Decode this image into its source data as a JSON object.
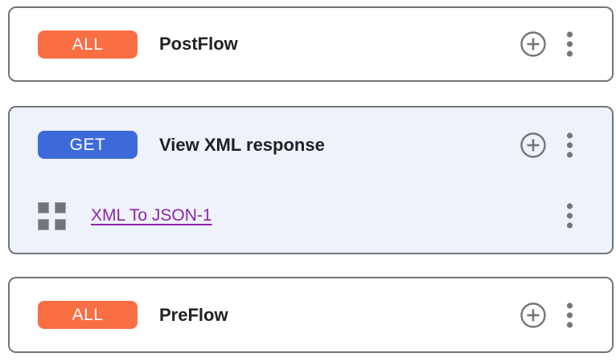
{
  "flows": [
    {
      "method": "ALL",
      "name": "PostFlow",
      "kind": "preset-flow",
      "policies": []
    },
    {
      "method": "GET",
      "name": "View XML response",
      "kind": "conditional-flow",
      "policies": [
        {
          "name": "XML To JSON-1"
        }
      ]
    },
    {
      "method": "ALL",
      "name": "PreFlow",
      "kind": "preset-flow",
      "policies": []
    }
  ],
  "icons": {
    "add": "add-policy-icon (plus in circle)",
    "menu": "kebab-menu-icon (3 vertical dots)",
    "policy": "policy-grid-icon (2x2 squares)"
  },
  "colors": {
    "method_all_badge": "#FA6E44",
    "method_get_badge": "#3C6BD9",
    "badge_text": "#FFFFFF",
    "title_text": "#202124",
    "policy_link": "#8E24AA",
    "card_border": "#70757A",
    "conditional_flow_bg": "#EEF2FB",
    "icon_gray": "#757575"
  }
}
